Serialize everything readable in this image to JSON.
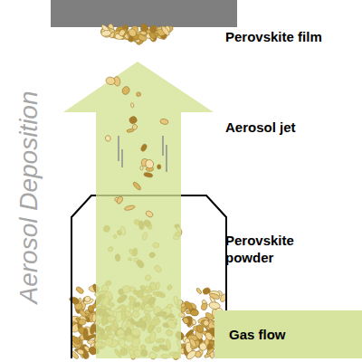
{
  "diagram": {
    "nodes": [
      {
        "text": [
          "Gas flow"
        ]
      }
    ],
    "labels": [
      "Perovskite film",
      "Aerosol jet",
      "Perovskite powder",
      "Aerosol Deposition"
    ]
  }
}
